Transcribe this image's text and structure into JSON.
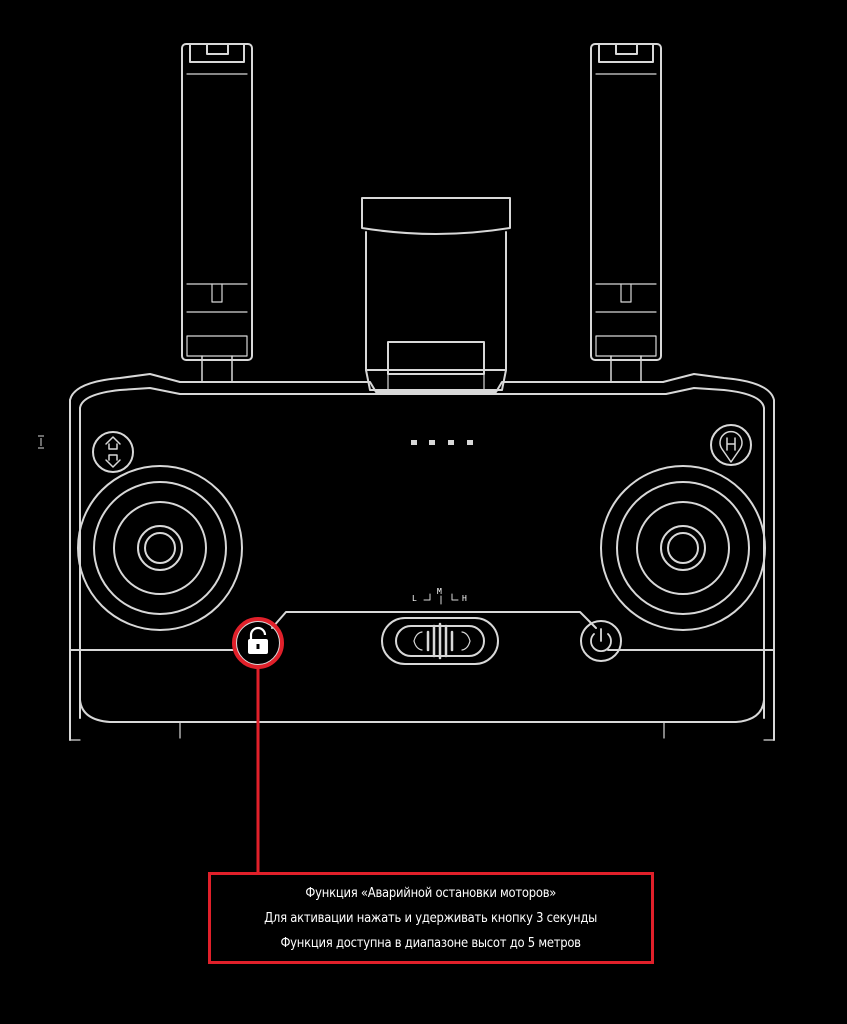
{
  "colors": {
    "background": "#000000",
    "outline": "#d8d8d8",
    "highlight": "#e0202a",
    "text": "#ffffff"
  },
  "controller": {
    "mode_switch": {
      "labels": [
        "L",
        "M",
        "H"
      ]
    },
    "buttons": [
      {
        "name": "takeoff-landing-button",
        "icon": "up-down-arrows-icon"
      },
      {
        "name": "return-home-button",
        "icon": "home-pin-icon"
      },
      {
        "name": "emergency-stop-button",
        "icon": "lock-icon",
        "highlighted": true
      },
      {
        "name": "power-button",
        "icon": "power-icon"
      }
    ],
    "status_leds": 4
  },
  "callout": {
    "lines": [
      "Функция «Аварийной остановки моторов»",
      "Для активации нажать и удерживать кнопку 3 секунды",
      "Функция доступна в диапазоне высот до 5 метров"
    ]
  }
}
